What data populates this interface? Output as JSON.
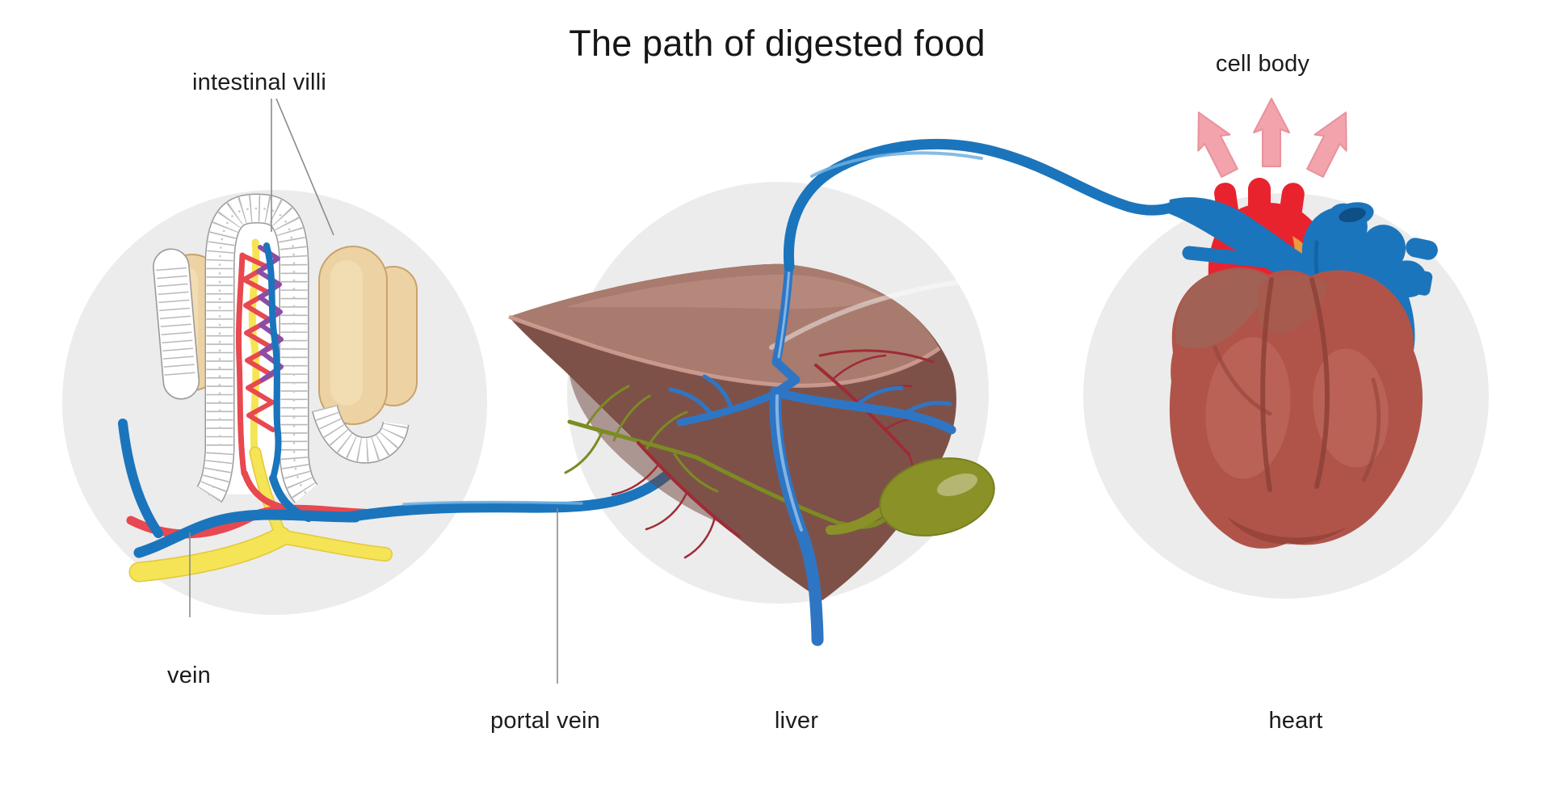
{
  "title": "The path of digested food",
  "labels": {
    "intestinal_villi": "intestinal villi",
    "cell_body": "cell body",
    "vein": "vein",
    "portal_vein": "portal vein",
    "liver": "liver",
    "heart": "heart"
  },
  "colors": {
    "background": "#ffffff",
    "circle": "#ececec",
    "vein_blue": "#1b75bc",
    "vein_blue_light": "#6fb0e2",
    "vein_blue_dark": "#0e4f86",
    "artery_red": "#e8484f",
    "aorta_red": "#e8232e",
    "aorta_red_dark": "#c11020",
    "lymph_yellow": "#f5e455",
    "lymph_yellow_dark": "#e2c83c",
    "capillary_purple": "#8c4da5",
    "villus_tan": "#edd3a3",
    "villus_tan_light": "#f2dfb4",
    "villus_outline": "#c8a36c",
    "epithelium_white": "#ffffff",
    "epithelium_outline": "#9a9a9a",
    "epithelium_rungs": "#b9b9b9",
    "liver_face": "#7e5148",
    "liver_top": "#a87b6e",
    "liver_top_highlight": "#b98c7f",
    "liver_rim": "#ce9d92",
    "liver_shadow": "#6b4038",
    "portal_blue": "#2e76c4",
    "portal_blue_light": "#8fc0ea",
    "hepatic_artery": "#9e2b35",
    "bile_olive": "#7c8b23",
    "gallbladder_olive": "#8a9127",
    "gallbladder_outline": "#76801f",
    "heart_muscle": "#b0544a",
    "heart_auricle": "#a26155",
    "heart_shadow": "#8e4237",
    "heart_highlight": "#c1695c",
    "amber": "#e89a3c",
    "arrow_pink": "#f2a3ab",
    "arrow_pink_outline": "#e8929c",
    "leader_line": "#8a8a8a",
    "text": "#1c1c1c"
  }
}
